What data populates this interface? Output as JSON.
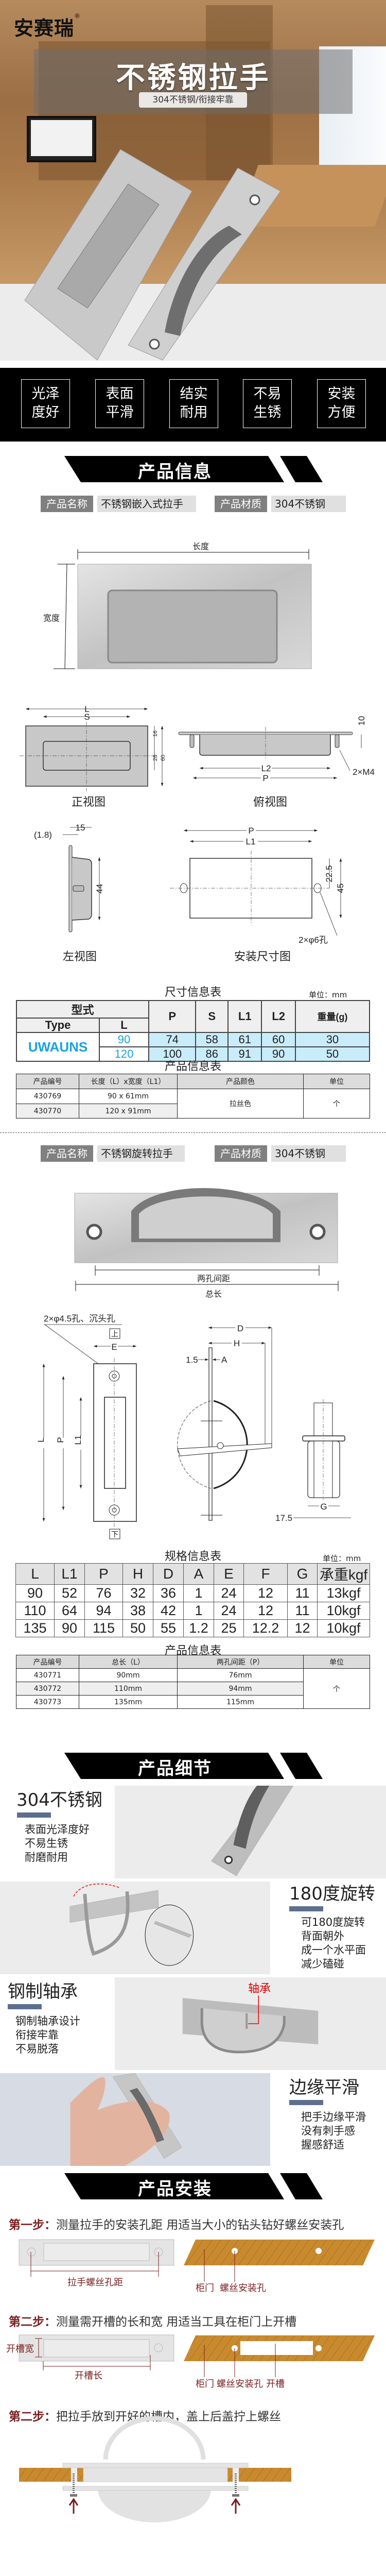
{
  "brand": {
    "logo": "安赛瑞",
    "registered": "®"
  },
  "hero": {
    "title": "不锈钢拉手",
    "subtitle": "304不锈钢/衔接牢靠"
  },
  "features": [
    {
      "line1": "光泽",
      "line2": "度好"
    },
    {
      "line1": "表面",
      "line2": "平滑"
    },
    {
      "line1": "结实",
      "line2": "耐用"
    },
    {
      "line1": "不易",
      "line2": "生锈"
    },
    {
      "line1": "安装",
      "line2": "方便"
    }
  ],
  "sections": {
    "info": "产品信息",
    "detail": "产品细节",
    "install": "产品安装"
  },
  "product1": {
    "name_label": "产品名称",
    "name": "不锈钢嵌入式拉手",
    "material_label": "产品材质",
    "material": "304不锈钢",
    "dim_length": "长度",
    "dim_width": "宽度",
    "views": {
      "front": "正视图",
      "top": "俯视图",
      "left": "左视图",
      "install": "安装尺寸图"
    },
    "drawing": {
      "L": "L",
      "S": "S",
      "d16": "16",
      "d28": "28",
      "d60": "60",
      "d10": "10",
      "L2": "L2",
      "P": "P",
      "m4": "2×M4",
      "d18": "(1.8)",
      "d15": "15",
      "d44": "44",
      "L1": "L1",
      "d225": "22.5",
      "d45": "45",
      "hole": "2×φ6孔"
    },
    "size_table": {
      "title": "尺寸信息表",
      "unit": "单位：mm",
      "header": {
        "model": "型式",
        "type": "Type",
        "L": "L",
        "P": "P",
        "S": "S",
        "L1": "L1",
        "L2": "L2",
        "weight": "重量(g)"
      },
      "brand": "UWAUNS",
      "rows": [
        [
          "90",
          "74",
          "58",
          "61",
          "60",
          "30"
        ],
        [
          "120",
          "100",
          "86",
          "91",
          "90",
          "50"
        ]
      ]
    },
    "info_table": {
      "title": "产品信息表",
      "header": [
        "产品编号",
        "长度（L）x宽度（L1）",
        "产品颜色",
        "单位"
      ],
      "rows": [
        [
          "430769",
          "90 x 61mm"
        ],
        [
          "430770",
          "120 x 91mm"
        ]
      ],
      "color": "拉丝色",
      "unit": "个"
    }
  },
  "product2": {
    "name_label": "产品名称",
    "name": "不锈钢旋转拉手",
    "material_label": "产品材质",
    "material": "304不锈钢",
    "dim_holes": "两孔间距",
    "dim_total": "总长",
    "drawing": {
      "hole": "2×φ4.5孔、沉头孔",
      "up": "上",
      "down": "下",
      "E": "E",
      "L": "L",
      "P": "P",
      "L1": "L1",
      "D": "D",
      "H": "H",
      "d15": "1.5",
      "A": "A",
      "G": "G",
      "d175": "17.5"
    },
    "spec_table": {
      "title": "规格信息表",
      "unit": "单位：mm",
      "header": [
        "L",
        "L1",
        "P",
        "H",
        "D",
        "A",
        "E",
        "F",
        "G",
        "承重kgf"
      ],
      "rows": [
        [
          "90",
          "52",
          "76",
          "32",
          "36",
          "1",
          "24",
          "12",
          "11",
          "13kgf"
        ],
        [
          "110",
          "64",
          "94",
          "38",
          "42",
          "1",
          "24",
          "12",
          "11",
          "10kgf"
        ],
        [
          "135",
          "90",
          "115",
          "50",
          "55",
          "1.2",
          "25",
          "12.2",
          "12",
          "10kgf"
        ]
      ]
    },
    "info_table": {
      "title": "产品信息表",
      "header": [
        "产品编号",
        "总长（L）",
        "两孔间距（P）",
        "单位"
      ],
      "rows": [
        [
          "430771",
          "90mm",
          "76mm"
        ],
        [
          "430772",
          "110mm",
          "94mm"
        ],
        [
          "430773",
          "135mm",
          "115mm"
        ]
      ],
      "unit": "个"
    }
  },
  "details": [
    {
      "title": "304不锈钢",
      "lines": [
        "表面光泽度好",
        "不易生锈",
        "耐磨耐用"
      ]
    },
    {
      "title": "180度旋转",
      "lines": [
        "可180度旋转",
        "背面朝外",
        "成一个水平面",
        "减少磕碰"
      ]
    },
    {
      "title": "钢制轴承",
      "lines": [
        "钢制轴承设计",
        "衔接牢靠",
        "不易脱落"
      ],
      "callout": "轴承"
    },
    {
      "title": "边缘平滑",
      "lines": [
        "把手边缘平滑",
        "没有刺手感",
        "握感舒适"
      ]
    }
  ],
  "install": {
    "steps": [
      {
        "label": "第一步：",
        "text": "测量拉手的安装孔距  用适当大小的钻头钻好螺丝安装孔"
      },
      {
        "label": "第二步：",
        "text": "测量需开槽的长和宽  用适当工具在柜门上开槽"
      },
      {
        "label": "第二步：",
        "text": "把拉手放到开好的槽内，盖上后盖拧上螺丝"
      }
    ],
    "step1": {
      "hole_distance": "拉手螺丝孔距",
      "door": "柜门",
      "screw_hole": "螺丝安装孔"
    },
    "step2": {
      "slot_width": "开槽宽",
      "slot_length": "开槽长",
      "door": "柜门",
      "screw_hole": "螺丝安装孔",
      "slot": "开槽"
    }
  },
  "colors": {
    "accent_blue": "#1aa3e0",
    "slate": "#5d6f8f",
    "step_red": "#7a1f1f",
    "wood": "#c98a2e",
    "callout_red": "#e00000"
  }
}
